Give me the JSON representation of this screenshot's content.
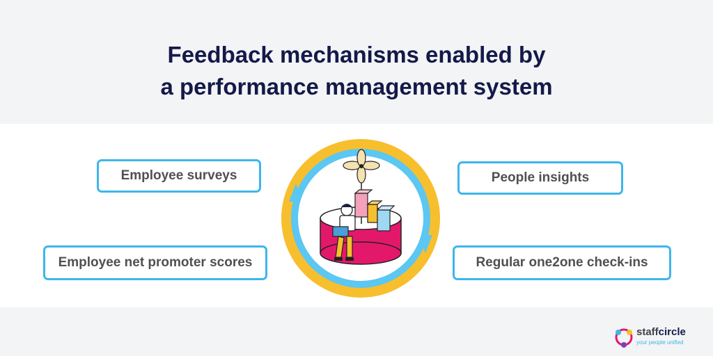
{
  "title": {
    "line1": "Feedback mechanisms enabled by",
    "line2": "a performance management system"
  },
  "items": [
    {
      "label": "Employee surveys"
    },
    {
      "label": "People insights"
    },
    {
      "label": "Employee net promoter scores"
    },
    {
      "label": "Regular one2one check-ins"
    }
  ],
  "logo": {
    "name_part1": "staff",
    "name_part2": "circle",
    "tagline": "your people unified"
  },
  "colors": {
    "title": "#14194a",
    "box_border": "#3db6ea",
    "outer_ring": "#f7bf2d",
    "inner_ring": "#5bc7f2",
    "pedestal": "#e4186b",
    "background_band": "#f3f4f5"
  }
}
